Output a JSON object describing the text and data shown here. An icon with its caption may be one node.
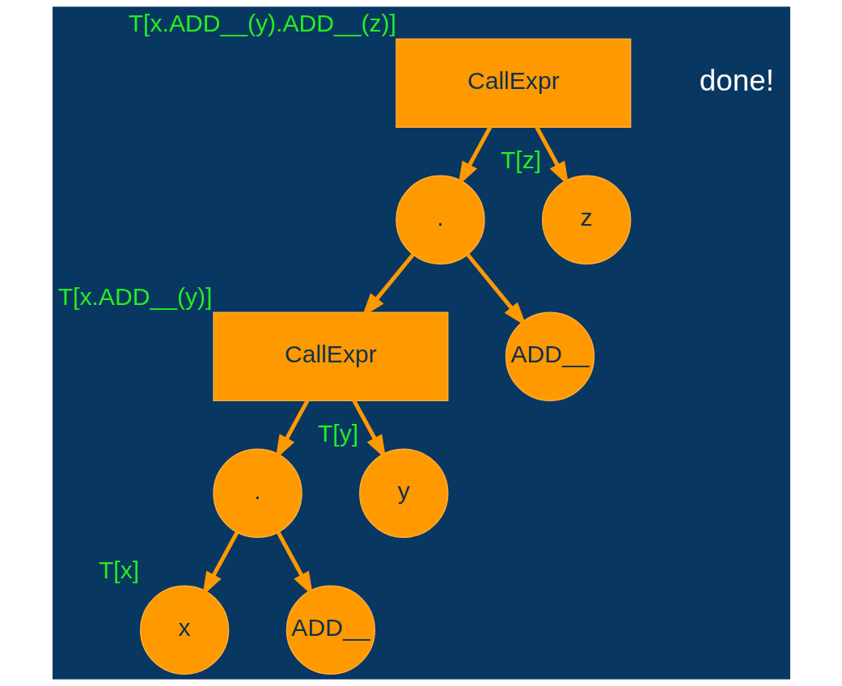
{
  "diagram": {
    "nodes": [
      {
        "text": [
          "CallExpr"
        ],
        "beside": [
          "T[x.ADD__(y).ADD__(z)]"
        ]
      },
      {
        "text": [
          "."
        ]
      },
      {
        "text": [
          "z"
        ],
        "beside": [
          "T[z]"
        ]
      },
      {
        "text": [
          "CallExpr"
        ],
        "beside": [
          "T[x.ADD__(y)]"
        ]
      },
      {
        "text": [
          "ADD__"
        ]
      },
      {
        "text": [
          "."
        ]
      },
      {
        "text": [
          "y"
        ],
        "beside": [
          "T[y]"
        ]
      },
      {
        "text": [
          "x"
        ],
        "beside": [
          "T[x]"
        ]
      },
      {
        "text": [
          "ADD__"
        ]
      }
    ],
    "edges": [
      {
        "from": 0,
        "to": 1,
        "arrow": "to"
      },
      {
        "from": 0,
        "to": 2,
        "arrow": "to"
      },
      {
        "from": 1,
        "to": 3,
        "arrow": "to"
      },
      {
        "from": 1,
        "to": 4,
        "arrow": "to"
      },
      {
        "from": 3,
        "to": 5,
        "arrow": "to"
      },
      {
        "from": 3,
        "to": 6,
        "arrow": "to"
      },
      {
        "from": 5,
        "to": 7,
        "arrow": "to"
      },
      {
        "from": 5,
        "to": 8,
        "arrow": "to"
      }
    ],
    "labels": [
      "done!"
    ]
  }
}
